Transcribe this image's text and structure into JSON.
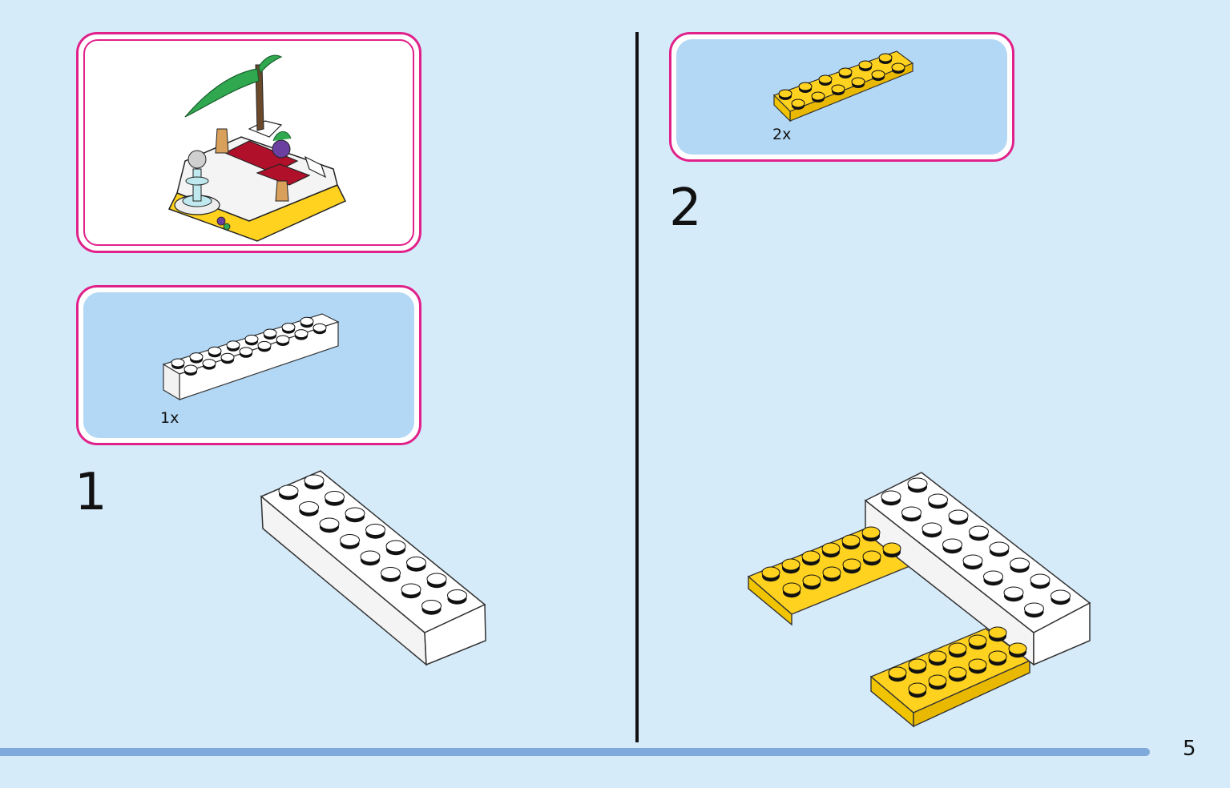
{
  "left_page": {
    "step1": {
      "number": "1",
      "parts": [
        {
          "quantity": "1x",
          "part": "white-brick-2x8-icon"
        }
      ]
    }
  },
  "right_page": {
    "step2": {
      "number": "2",
      "parts": [
        {
          "quantity": "2x",
          "part": "yellow-plate-2x6-icon"
        }
      ]
    }
  },
  "footer": {
    "page_number": "5"
  },
  "colors": {
    "background": "#d6ebfa",
    "callout_border": "#e0218a",
    "callout_fill": "#b3d8f5",
    "brick_white": "#ffffff",
    "plate_yellow": "#ffd21f",
    "progress_bar": "#7ea9da"
  }
}
